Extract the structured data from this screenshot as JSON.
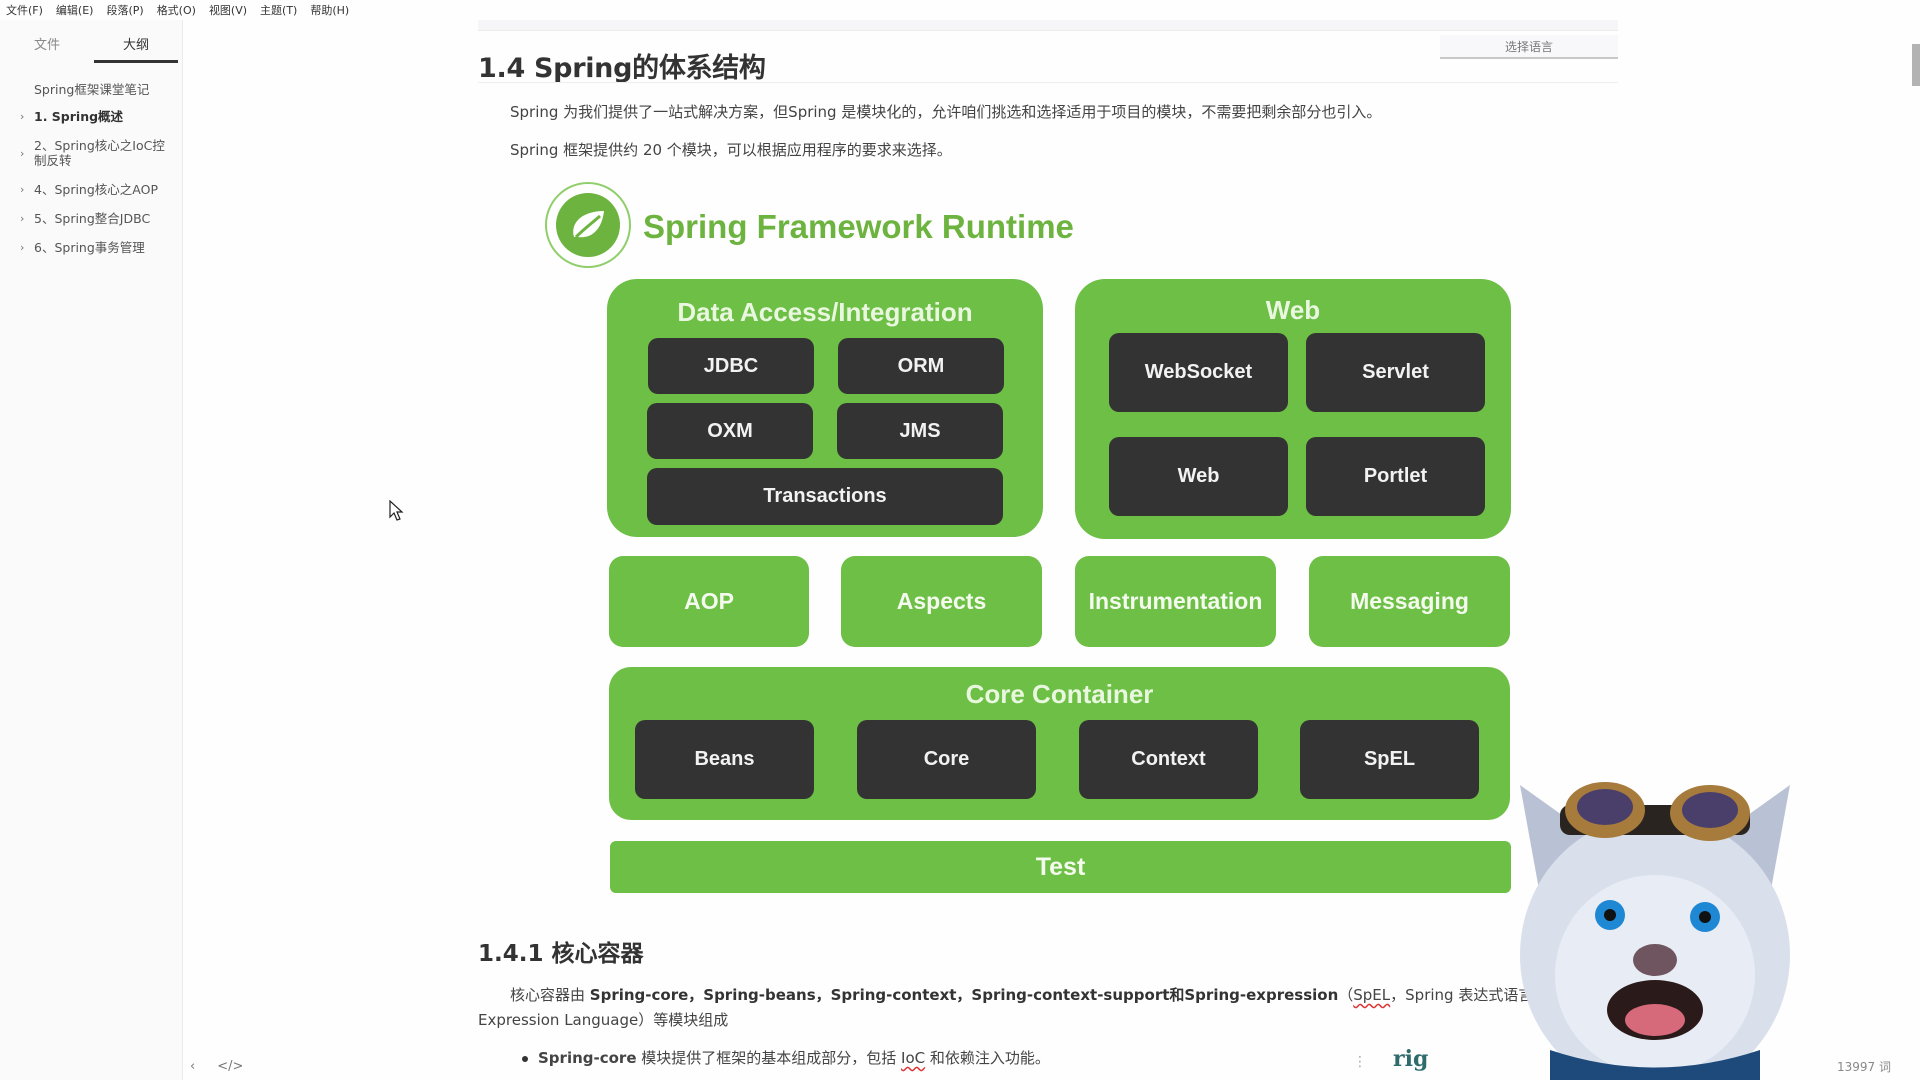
{
  "menubar": {
    "items": [
      "文件(F)",
      "编辑(E)",
      "段落(P)",
      "格式(O)",
      "视图(V)",
      "主题(T)",
      "帮助(H)"
    ]
  },
  "sidebar": {
    "tabs": [
      {
        "label": "文件",
        "active": false
      },
      {
        "label": "大纲",
        "active": true
      }
    ],
    "outline_root": "Spring框架课堂笔记",
    "outline_items": [
      {
        "label": "1. Spring概述",
        "active": true
      },
      {
        "label": "2、Spring核心之IoC控制反转",
        "active": false
      },
      {
        "label": "4、Spring核心之AOP",
        "active": false
      },
      {
        "label": "5、Spring整合JDBC",
        "active": false
      },
      {
        "label": "6、Spring事务管理",
        "active": false
      }
    ],
    "bottom_icons": [
      "chevron-left-icon",
      "code-icon"
    ]
  },
  "content": {
    "language_button": "选择语言",
    "heading": "1.4 Spring的体系结构",
    "paragraph1": "Spring 为我们提供了一站式解决方案，但Spring 是模块化的，允许咱们挑选和选择适用于项目的模块，不需要把剩余部分也引入。",
    "paragraph2": "Spring 框架提供约 20 个模块，可以根据应用程序的要求来选择。",
    "diagram": {
      "title": "Spring Framework Runtime",
      "colors": {
        "green": "#6dbf46",
        "dark": "#333333",
        "title_green": "#6db33f"
      },
      "data_access": {
        "title": "Data Access/Integration",
        "modules": [
          "JDBC",
          "ORM",
          "OXM",
          "JMS",
          "Transactions"
        ]
      },
      "web": {
        "title": "Web",
        "modules": [
          "WebSocket",
          "Servlet",
          "Web",
          "Portlet"
        ]
      },
      "middle": [
        "AOP",
        "Aspects",
        "Instrumentation",
        "Messaging"
      ],
      "core_container": {
        "title": "Core Container",
        "modules": [
          "Beans",
          "Core",
          "Context",
          "SpEL"
        ]
      },
      "test": "Test"
    },
    "subheading": "1.4.1 核心容器",
    "core_para": {
      "prefix": "核心容器由 ",
      "bold": "Spring-core，Spring-beans，Spring-context，Spring-context-support和Spring-expression",
      "paren_open": "（",
      "spel": "SpEL",
      "suffix": "，Spring 表达式语言，Sp",
      "line2": "Expression Language）等模块组成"
    },
    "bullet1": {
      "bold": "Spring-core",
      "text1": " 模块提供了框架的基本组成部分，包括 ",
      "ioc": "IoC",
      "text2": " 和依赖注入功能。"
    }
  },
  "overlay": {
    "rig_label": "rig",
    "dots": "⋮"
  },
  "status": {
    "word_count": "13997 词"
  }
}
